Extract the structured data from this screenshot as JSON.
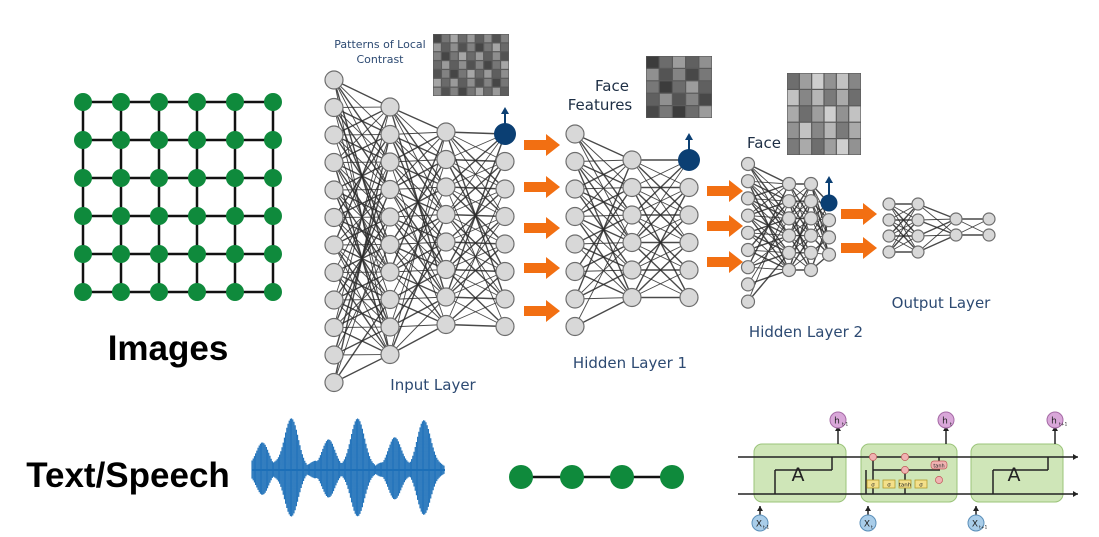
{
  "colors": {
    "grid_node": "#0f8a3c",
    "grid_line": "#111111",
    "neuron_fill": "#d8d8d8",
    "neuron_stroke": "#6e6e6e",
    "output_node": "#0b3f73",
    "arrow": "#f26f12",
    "wave": "#1c6fb8",
    "rnn_cell": "#cfe6b8",
    "rnn_cell_stroke": "#9bc47a",
    "rnn_output": "#d9a7d9",
    "rnn_input": "#a9cde9",
    "rnn_gate": "#f4e08a"
  },
  "labels": {
    "images": "Images",
    "text_speech": "Text/Speech",
    "patterns_line1": "Patterns of Local",
    "patterns_line2": "Contrast",
    "face_features_line1": "Face",
    "face_features_line2": "Features",
    "face": "Face",
    "input_layer": "Input Layer",
    "hidden_layer_1": "Hidden Layer 1",
    "hidden_layer_2": "Hidden Layer 2",
    "output_layer": "Output Layer"
  },
  "rnn": {
    "cell_left_label": "A",
    "cell_right_label": "A",
    "gate_labels": [
      "σ",
      "σ",
      "tanh",
      "σ"
    ],
    "tanh_label": "tanh",
    "output_labels": [
      "h",
      "h",
      "h"
    ],
    "output_subscripts": [
      "t-1",
      "t",
      "t+1"
    ],
    "input_labels": [
      "X",
      "X",
      "X"
    ],
    "input_subscripts": [
      "t-1",
      "t",
      "t+1"
    ]
  }
}
